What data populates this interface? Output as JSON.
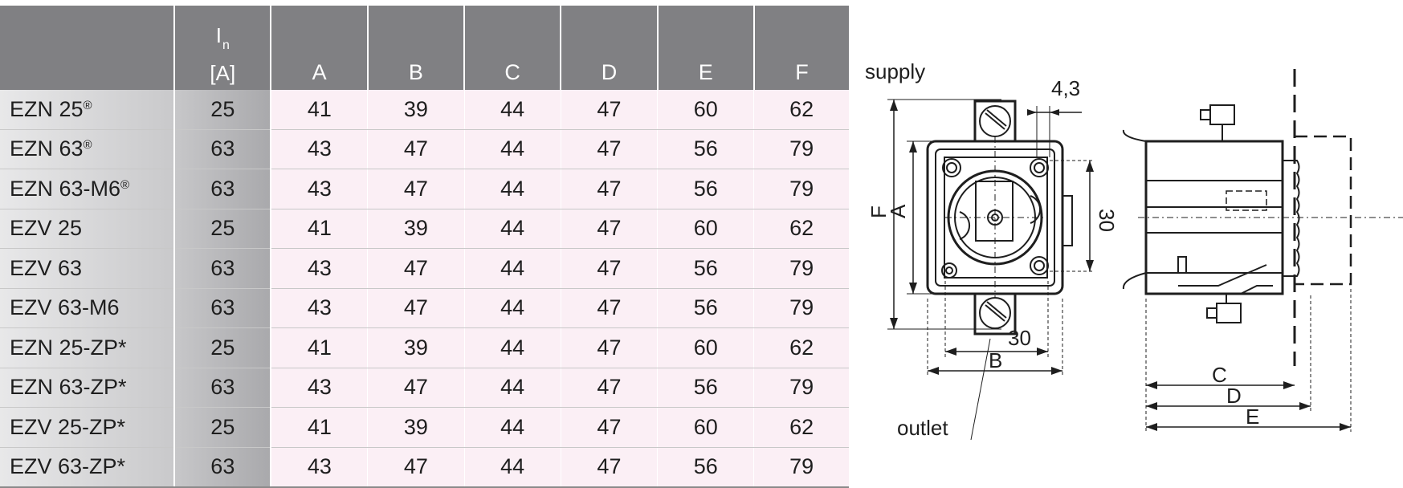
{
  "table": {
    "current_header": {
      "symbol": "I",
      "subscript": "n",
      "unit": "[A]"
    },
    "column_labels": [
      "A",
      "B",
      "C",
      "D",
      "E",
      "F"
    ],
    "rows": [
      {
        "name": "EZN 25",
        "mark": "®",
        "current": "25",
        "values": [
          "41",
          "39",
          "44",
          "47",
          "60",
          "62"
        ]
      },
      {
        "name": "EZN 63",
        "mark": "®",
        "current": "63",
        "values": [
          "43",
          "47",
          "44",
          "47",
          "56",
          "79"
        ]
      },
      {
        "name": "EZN 63-M6",
        "mark": "®",
        "current": "63",
        "values": [
          "43",
          "47",
          "44",
          "47",
          "56",
          "79"
        ]
      },
      {
        "name": "EZV 25",
        "mark": "",
        "current": "25",
        "values": [
          "41",
          "39",
          "44",
          "47",
          "60",
          "62"
        ]
      },
      {
        "name": "EZV 63",
        "mark": "",
        "current": "63",
        "values": [
          "43",
          "47",
          "44",
          "47",
          "56",
          "79"
        ]
      },
      {
        "name": "EZV 63-M6",
        "mark": "",
        "current": "63",
        "values": [
          "43",
          "47",
          "44",
          "47",
          "56",
          "79"
        ]
      },
      {
        "name": "EZN 25-ZP*",
        "mark": "",
        "current": "25",
        "values": [
          "41",
          "39",
          "44",
          "47",
          "60",
          "62"
        ]
      },
      {
        "name": "EZN 63-ZP*",
        "mark": "",
        "current": "63",
        "values": [
          "43",
          "47",
          "44",
          "47",
          "56",
          "79"
        ]
      },
      {
        "name": "EZV 25-ZP*",
        "mark": "",
        "current": "25",
        "values": [
          "41",
          "39",
          "44",
          "47",
          "60",
          "62"
        ]
      },
      {
        "name": "EZV 63-ZP*",
        "mark": "",
        "current": "63",
        "values": [
          "43",
          "47",
          "44",
          "47",
          "56",
          "79"
        ]
      }
    ]
  },
  "drawing": {
    "supply_label": "supply",
    "outlet_label": "outlet",
    "dim_hole": "4,3",
    "dim_vertical_30": "30",
    "dim_horizontal_30": "30",
    "dim_A": "A",
    "dim_B": "B",
    "dim_C": "C",
    "dim_D": "D",
    "dim_E": "E",
    "dim_F": "F"
  },
  "colors": {
    "header_bg": "#808083",
    "row_bg": "#fbeff5",
    "name_col": "#dcdcdd",
    "current_col": "#b8b8bb"
  }
}
